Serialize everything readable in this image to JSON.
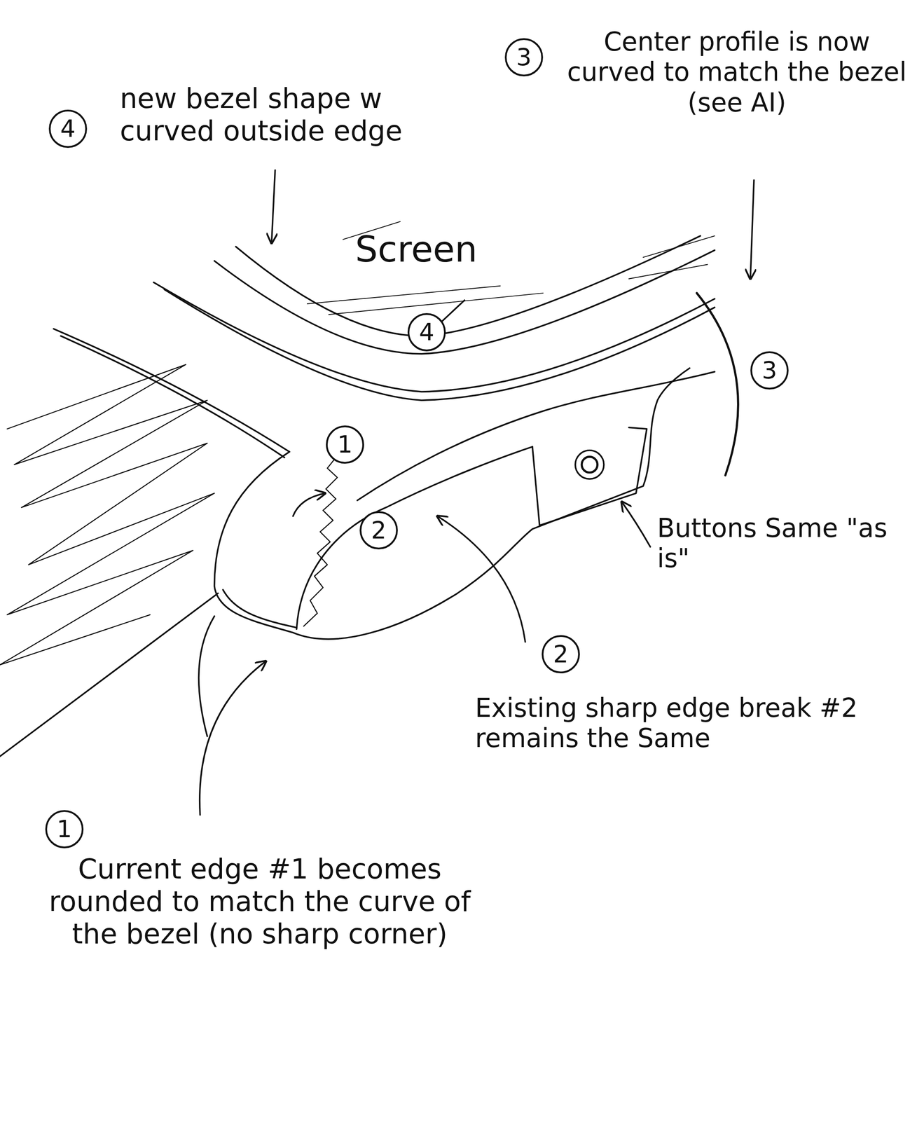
{
  "diagram": {
    "labels": [
      "4",
      "new bezel shape w curved outside edge",
      "3",
      "Center profile is now curved to match the bezel (see AI)",
      "Screen",
      "4",
      "1",
      "3",
      "2",
      "Buttons Same \"as is\"",
      "2",
      "Existing sharp edge break #2 remains the Same",
      "1",
      "Current edge #1 becomes rounded to match the curve of the bezel (no sharp corner)"
    ]
  }
}
